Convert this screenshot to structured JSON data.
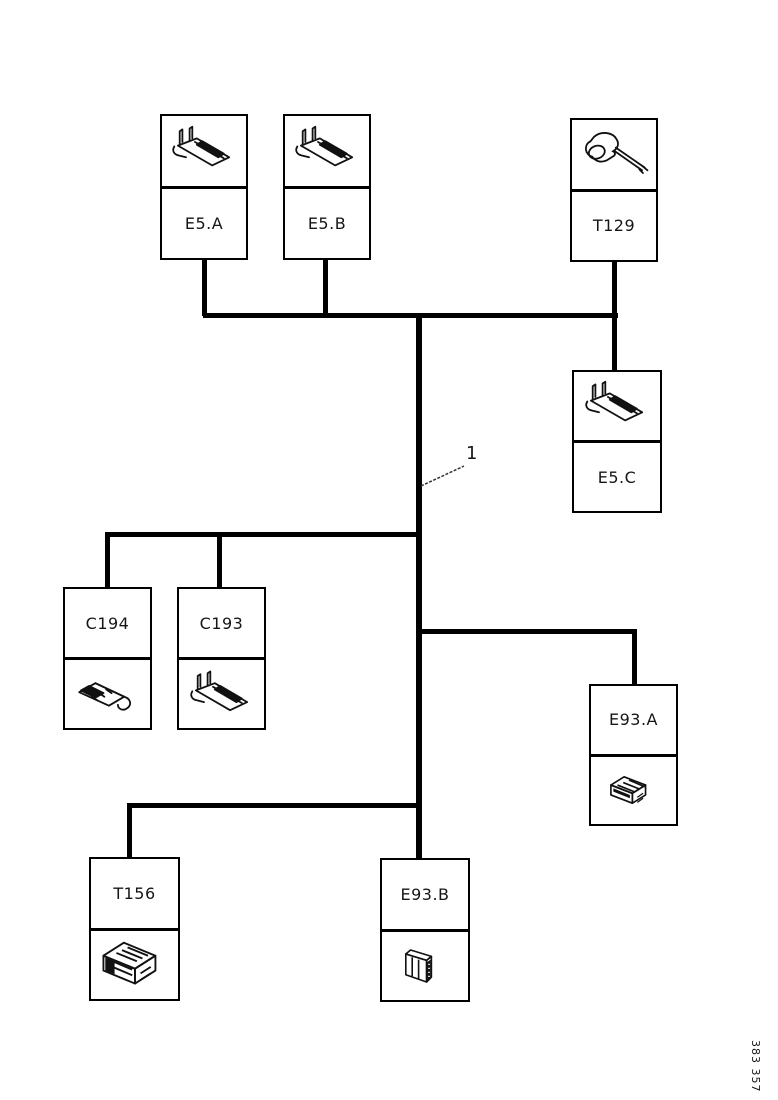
{
  "page": {
    "background": "#ffffff",
    "ink_color": "#000000",
    "doc_number": "383 357",
    "harness_callout": "1"
  },
  "components": [
    {
      "id": "E5.A",
      "label": "E5.A",
      "icon": "crimp-terminal-icon",
      "layout": "icon-top"
    },
    {
      "id": "E5.B",
      "label": "E5.B",
      "icon": "crimp-terminal-icon",
      "layout": "icon-top"
    },
    {
      "id": "T129",
      "label": "T129",
      "icon": "grommet-boot-icon",
      "layout": "icon-top"
    },
    {
      "id": "E5.C",
      "label": "E5.C",
      "icon": "crimp-terminal-icon",
      "layout": "icon-top"
    },
    {
      "id": "C194",
      "label": "C194",
      "icon": "crimp-terminal-hook-icon",
      "layout": "label-top"
    },
    {
      "id": "C193",
      "label": "C193",
      "icon": "crimp-terminal-icon",
      "layout": "label-top"
    },
    {
      "id": "E93.A",
      "label": "E93.A",
      "icon": "connector-block-icon",
      "layout": "label-top"
    },
    {
      "id": "T156",
      "label": "T156",
      "icon": "connector-housing-icon",
      "layout": "label-top"
    },
    {
      "id": "E93.B",
      "label": "E93.B",
      "icon": "connector-block-pins-icon",
      "layout": "label-top"
    }
  ]
}
